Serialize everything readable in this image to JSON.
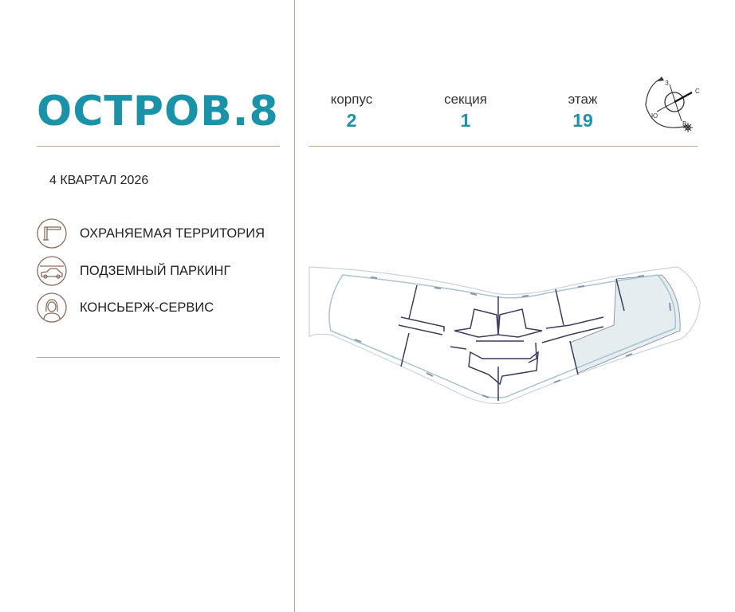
{
  "brand": {
    "title": "ОСТРОВ.8"
  },
  "completion": "4 КВАРТАЛ 2026",
  "features": [
    {
      "icon": "barrier-icon",
      "label": "ОХРАНЯЕМАЯ ТЕРРИТОРИЯ"
    },
    {
      "icon": "car-icon",
      "label": "ПОДЗЕМНЫЙ ПАРКИНГ"
    },
    {
      "icon": "concierge-icon",
      "label": "КОНСЬЕРЖ-СЕРВИС"
    }
  ],
  "info": [
    {
      "label": "корпус",
      "value": "2"
    },
    {
      "label": "секция",
      "value": "1"
    },
    {
      "label": "этаж",
      "value": "19"
    }
  ],
  "compass": {
    "n": "С",
    "s": "Ю",
    "w": "З",
    "e": "В"
  },
  "colors": {
    "accent": "#1a93a8",
    "icon": "#8a6e5e",
    "divider": "#b8a898",
    "plan_walls": "#3a3d5c",
    "plan_highlight": "#e6edf1"
  }
}
